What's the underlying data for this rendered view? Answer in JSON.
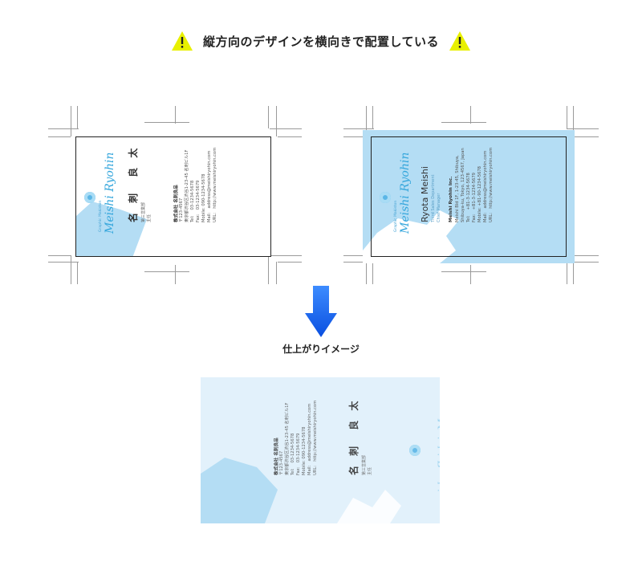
{
  "header": {
    "warning_icon": "warning-triangle-icon",
    "title": "縦方向のデザインを横向きで配置している",
    "accent": "#e8f000"
  },
  "front_card": {
    "logo_sub": "Graphic Makiston",
    "logo_script": "Meishi Ryohin",
    "name": "名 刺　良 太",
    "dept": "第三営業部",
    "title": "主任",
    "company": "株式会社 名刺良品",
    "postal": "〒123-4567",
    "address": "東京都渋谷区渋谷1-23-45 名刺ビル1F",
    "tel": "Tel:　 03-1234-5678",
    "fax": "Fax:　03-1234-5679",
    "mobile": "Mobile: 090-1234-5678",
    "mail": "Mail:　address@meishiryohin.com",
    "url": "URL:　http://www.meishiryohin.com"
  },
  "back_card": {
    "logo_sub": "Graphic Makiston",
    "logo_script": "Meishi Ryohin",
    "name": "Ryota Meishi",
    "dept": "Third Sales Department",
    "title": "Chief Manager",
    "company": "Meishi Ryohin Inc.",
    "address1": "Meishi Bld 1F, 1-23-45, Shibuya,",
    "address2": "Shibuya-ku, Tokyo, 123-4567, Japan",
    "tel": "Tel:　 +81-3-1234-5678",
    "fax": "Fax:　+81-3-1234-5679",
    "mobile": "Mobile: +81-90-1234-5678",
    "mail": "Mail:　address@meishiryohin.com",
    "url": "URL:　http://www.meishiryohin.com"
  },
  "arrow": {
    "icon": "arrow-down-icon",
    "color": "#1a5ff0"
  },
  "caption": "仕上がりイメージ",
  "colors": {
    "light_blue": "#b4ddf4",
    "result_bg": "#e2f1fb",
    "blue_text": "#34a6dc"
  }
}
